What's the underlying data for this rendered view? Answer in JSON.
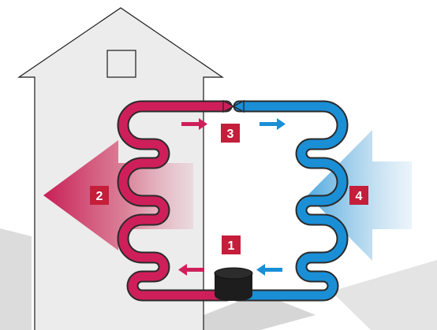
{
  "colors": {
    "house_fill": "#ececec",
    "house_stroke": "#1a1a1a",
    "hot_pipe": "#cf1f5b",
    "cold_pipe": "#1a8fd6",
    "pipe_outline": "#2a2a2a",
    "badge": "#c41e3a",
    "compressor": "#1d1d1d",
    "background_shapes": "#d9d9d9"
  },
  "badges": {
    "compressor": "1",
    "condenser": "2",
    "expansion": "3",
    "evaporator": "4"
  },
  "icons": {
    "house": "house-outline",
    "window": "attic-window",
    "compressor": "compressor-cylinder",
    "flow_arrows": "flow-direction-arrows",
    "heat_out": "large-gradient-arrow-left",
    "heat_in": "large-gradient-arrow-left"
  }
}
